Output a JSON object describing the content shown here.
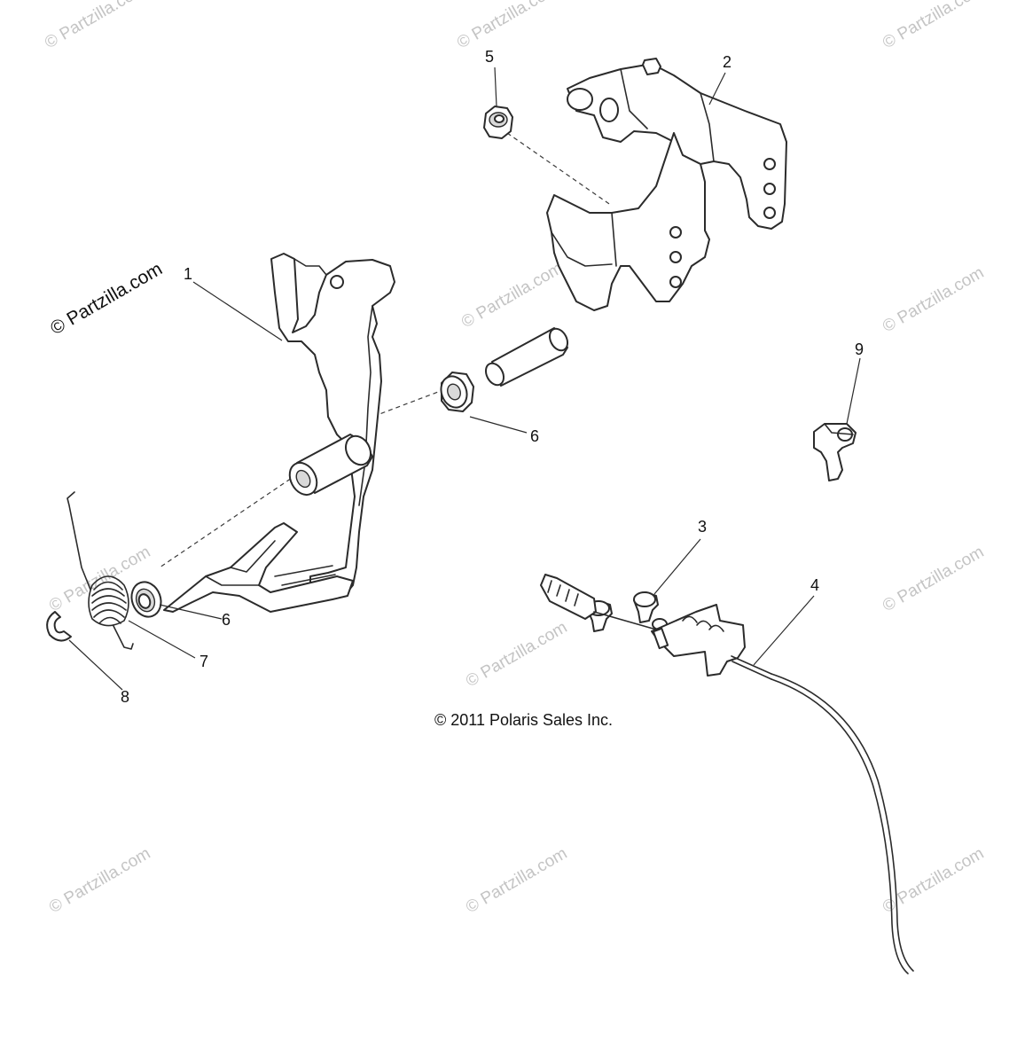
{
  "watermark": {
    "text": "© Partzilla.com",
    "primary_text": "© Partzilla.com"
  },
  "copyright": "© 2011 Polaris Sales Inc.",
  "callouts": [
    "1",
    "2",
    "3",
    "4",
    "5",
    "6",
    "6",
    "7",
    "8",
    "9"
  ]
}
